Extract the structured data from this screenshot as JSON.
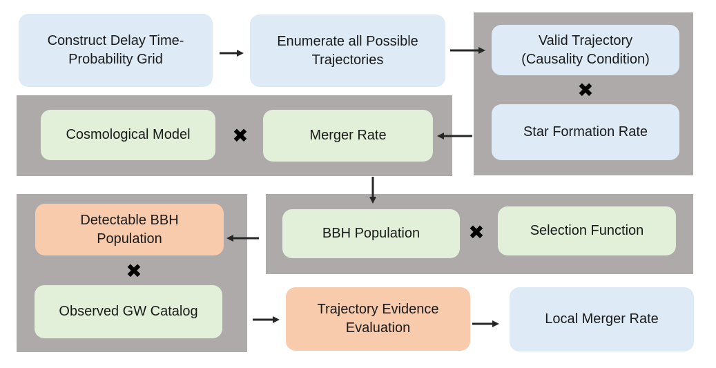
{
  "boxes": {
    "construct_grid": "Construct Delay Time-\nProbability Grid",
    "enumerate_trajectories": "Enumerate all Possible\nTrajectories",
    "valid_trajectory": "Valid Trajectory\n(Causality Condition)",
    "star_formation_rate": "Star Formation Rate",
    "cosmological_model": "Cosmological Model",
    "merger_rate": "Merger Rate",
    "bbh_population": "BBH Population",
    "selection_function": "Selection Function",
    "detectable_bbh": "Detectable BBH\nPopulation",
    "observed_gw_catalog": "Observed GW Catalog",
    "trajectory_evidence": "Trajectory Evidence\nEvaluation",
    "local_merger_rate": "Local Merger Rate"
  },
  "operator_symbol": "✖",
  "colors": {
    "panel": "#aeaaaa",
    "blue_box": "#deebf7",
    "green_box": "#e2f0d9",
    "orange_box": "#f8cbad",
    "arrow": "#262626"
  }
}
